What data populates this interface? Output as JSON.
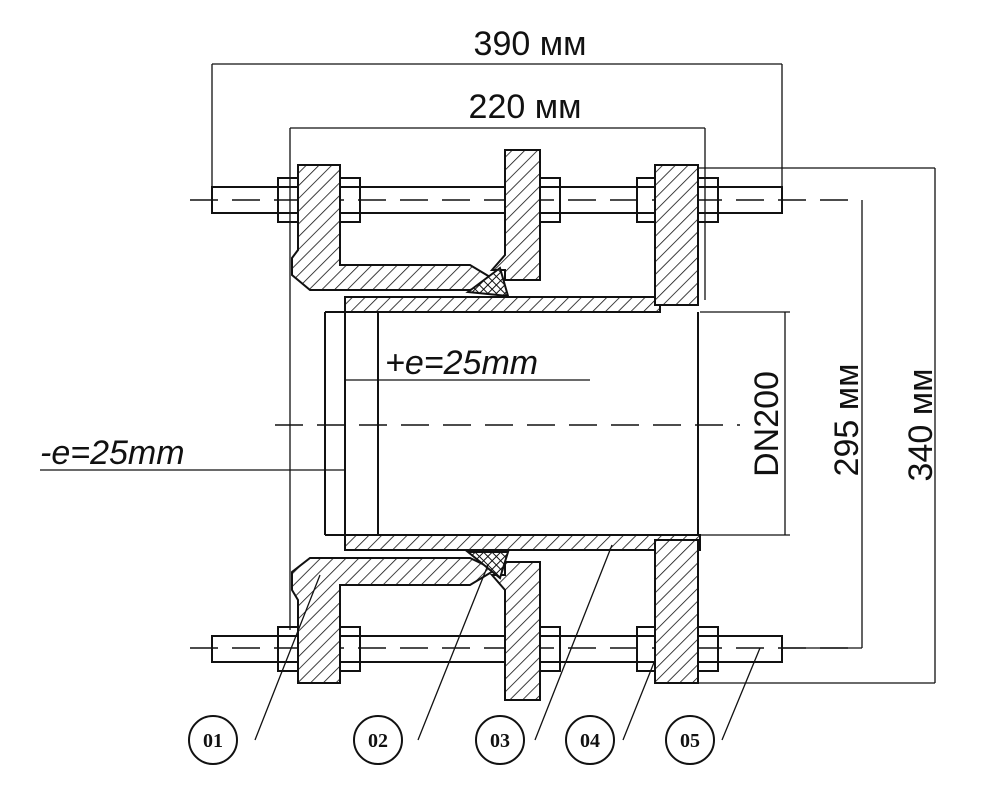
{
  "dimensions": {
    "overall_width": "390 мм",
    "flange_width": "220 мм",
    "bolt_circle": "295 мм",
    "flange_outer": "340 мм",
    "nominal_diameter": "DN200"
  },
  "eccentricity": {
    "plus": "+e=25mm",
    "minus": "-e=25mm"
  },
  "callouts": [
    "01",
    "02",
    "03",
    "04",
    "05"
  ]
}
